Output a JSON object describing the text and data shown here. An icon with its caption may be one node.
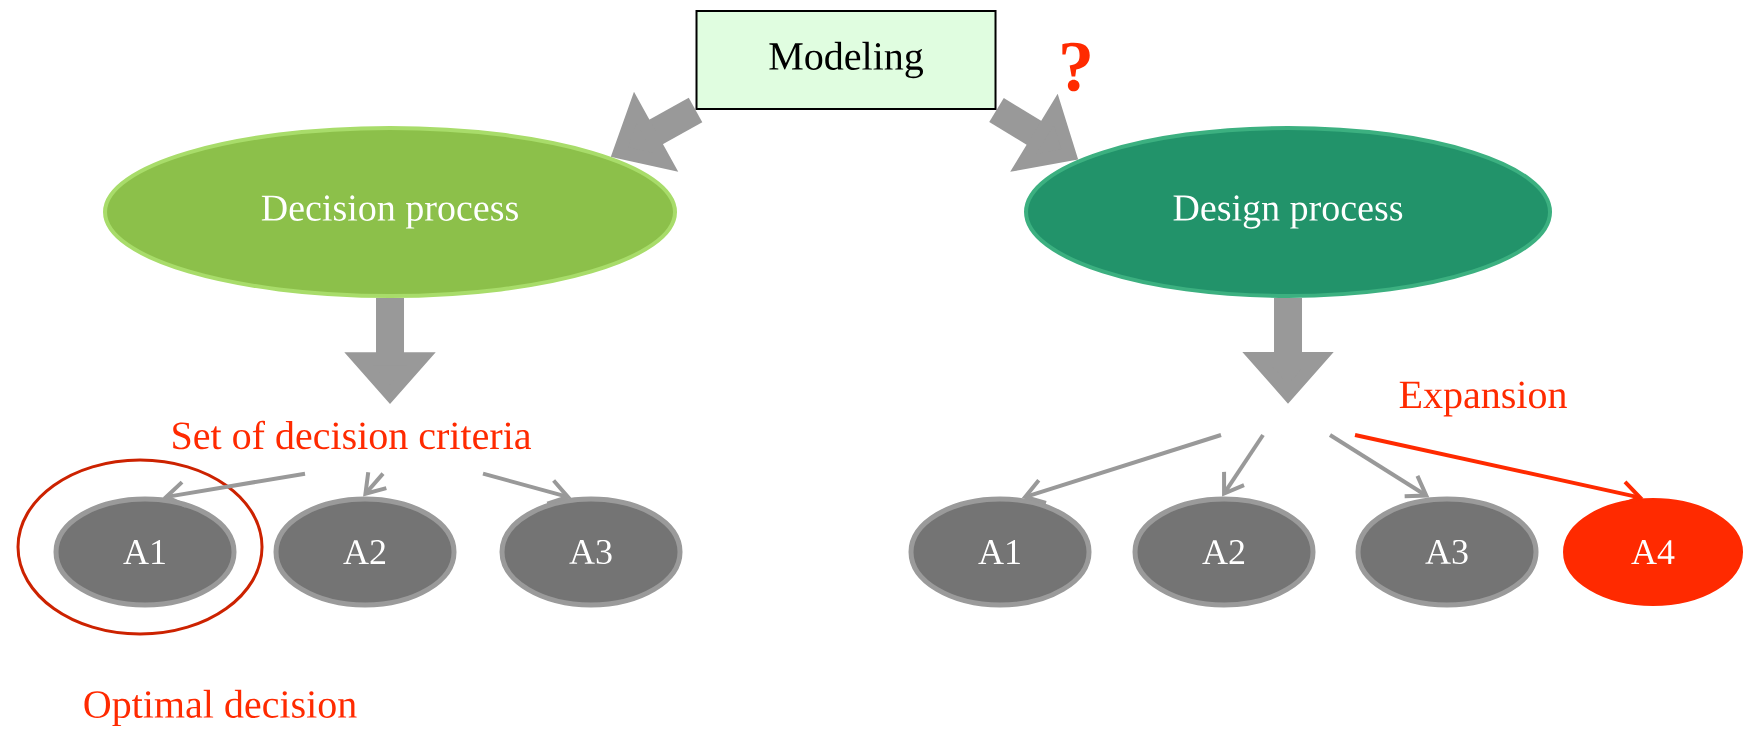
{
  "diagram": {
    "nodes": [
      {
        "text": [
          "Modeling"
        ]
      },
      {
        "text": [
          "Decision process"
        ]
      },
      {
        "text": [
          "Design process"
        ]
      },
      {
        "text": [
          "Set of decision criteria"
        ]
      },
      {
        "text": [
          "A1"
        ]
      },
      {
        "text": [
          "A2"
        ]
      },
      {
        "text": [
          "A3"
        ]
      },
      {
        "text": [
          "A1"
        ]
      },
      {
        "text": [
          "A2"
        ]
      },
      {
        "text": [
          "A3"
        ]
      },
      {
        "text": [
          "A4"
        ]
      }
    ],
    "edges": [
      {
        "from": 0,
        "to": 1,
        "arrow": "to",
        "style": "thick"
      },
      {
        "from": 0,
        "to": 2,
        "arrow": "to",
        "style": "thick",
        "label": "?"
      },
      {
        "from": 1,
        "to": 3,
        "arrow": "to",
        "style": "thick"
      },
      {
        "from": 3,
        "to": 4,
        "arrow": "to"
      },
      {
        "from": 3,
        "to": 5,
        "arrow": "to"
      },
      {
        "from": 3,
        "to": 6,
        "arrow": "to"
      },
      {
        "from": 2,
        "to": null,
        "arrow": "to",
        "style": "thick"
      },
      {
        "from": null,
        "to": 7,
        "arrow": "to"
      },
      {
        "from": null,
        "to": 8,
        "arrow": "to"
      },
      {
        "from": null,
        "to": 9,
        "arrow": "to"
      },
      {
        "from": null,
        "to": 10,
        "arrow": "to",
        "color": "#ff2a00",
        "label": "Expansion"
      }
    ],
    "labels": [
      "Optimal decision"
    ]
  }
}
